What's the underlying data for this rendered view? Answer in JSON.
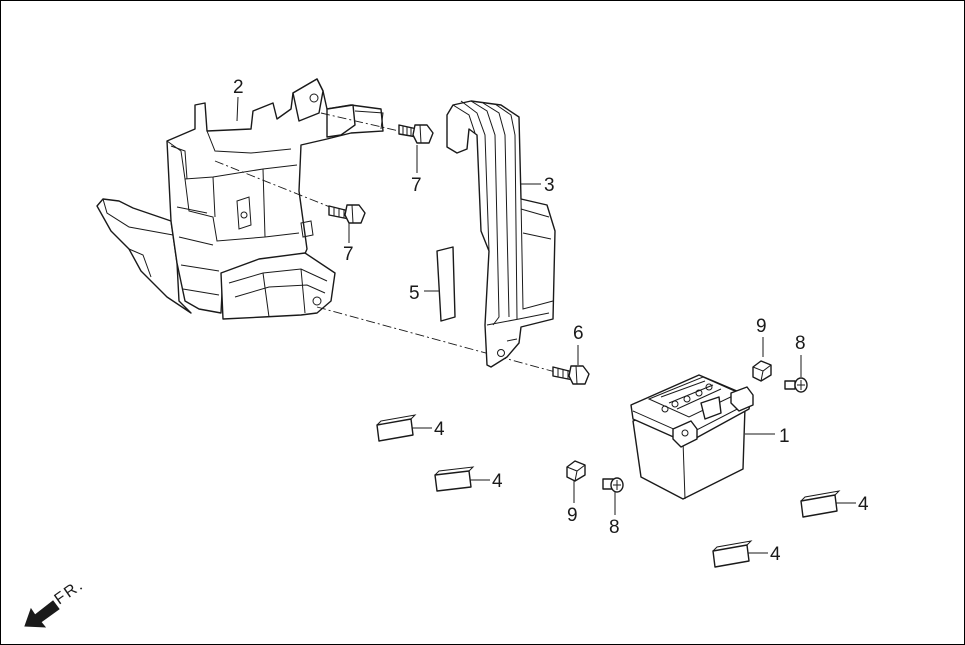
{
  "callouts": {
    "c1": "1",
    "c2": "2",
    "c3": "3",
    "c4a": "4",
    "c4b": "4",
    "c4c": "4",
    "c4d": "4",
    "c5": "5",
    "c6": "6",
    "c7a": "7",
    "c7b": "7",
    "c8a": "8",
    "c8b": "8",
    "c9a": "9",
    "c9b": "9"
  },
  "direction": {
    "label": "FR.",
    "icon": "front-direction-arrow-icon"
  }
}
